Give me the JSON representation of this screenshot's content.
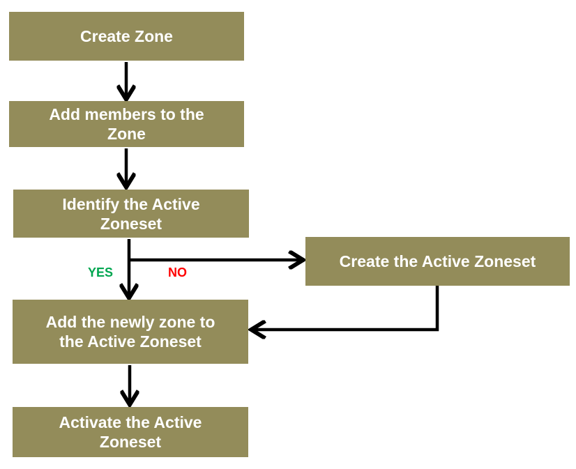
{
  "diagram": {
    "type": "flowchart",
    "background_color": "#FFFFFF",
    "node_fill_color": "#938C5A",
    "node_text_color": "#FFFFFF",
    "arrow_color": "#000000",
    "nodes": {
      "create_zone": {
        "lines": [
          "Create Zone"
        ]
      },
      "add_members": {
        "lines": [
          "Add members to the",
          "Zone"
        ]
      },
      "identify_active": {
        "lines": [
          "Identify the Active",
          "Zoneset"
        ]
      },
      "create_active": {
        "lines": [
          "Create the Active Zoneset"
        ]
      },
      "add_newly": {
        "lines": [
          "Add the newly zone to",
          "the Active Zoneset"
        ]
      },
      "activate_active": {
        "lines": [
          "Activate the Active",
          "Zoneset"
        ]
      }
    },
    "branch": {
      "yes_label": "YES",
      "yes_color": "#00A650",
      "no_label": "NO",
      "no_color": "#FF0000"
    },
    "edges": [
      {
        "from": "create_zone",
        "to": "add_members"
      },
      {
        "from": "add_members",
        "to": "identify_active"
      },
      {
        "from": "identify_active",
        "to": "add_newly",
        "label": "YES"
      },
      {
        "from": "identify_active",
        "to": "create_active",
        "label": "NO"
      },
      {
        "from": "create_active",
        "to": "add_newly"
      },
      {
        "from": "add_newly",
        "to": "activate_active"
      }
    ]
  }
}
